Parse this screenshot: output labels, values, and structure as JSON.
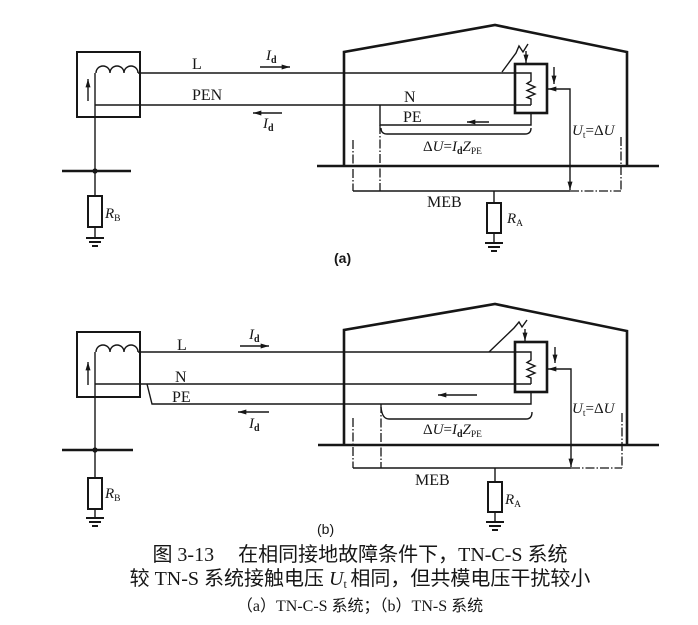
{
  "colors": {
    "ink": "#161616",
    "paper": "#ffffff"
  },
  "panel_a": {
    "label": "(a)",
    "conductors": {
      "L": "L",
      "PEN": "PEN",
      "N": "N",
      "PE": "PE"
    },
    "fault_current": {
      "symbol": "I",
      "subscript": "d"
    },
    "voltage_drop": {
      "delta": "Δ",
      "voltage_symbol": "U",
      "equals": "=",
      "current_symbol": "I",
      "current_subscript": "d",
      "impedance_symbol": "Z",
      "impedance_subscript": "PE"
    },
    "touch_voltage": {
      "symbol": "U",
      "subscript": "t",
      "equals": "=",
      "delta": "Δ",
      "rhs_symbol": "U"
    },
    "bonding_bar": "MEB",
    "source_earth_resistor": {
      "symbol": "R",
      "subscript": "B"
    },
    "installation_earth_resistor": {
      "symbol": "R",
      "subscript": "A"
    }
  },
  "panel_b": {
    "label": "(b)",
    "conductors": {
      "L": "L",
      "N": "N",
      "PE": "PE"
    },
    "fault_current": {
      "symbol": "I",
      "subscript": "d"
    },
    "voltage_drop": {
      "delta": "Δ",
      "voltage_symbol": "U",
      "equals": "=",
      "current_symbol": "I",
      "current_subscript": "d",
      "impedance_symbol": "Z",
      "impedance_subscript": "PE"
    },
    "touch_voltage": {
      "symbol": "U",
      "subscript": "t",
      "equals": "=",
      "delta": "Δ",
      "rhs_symbol": "U"
    },
    "bonding_bar": "MEB",
    "source_earth_resistor": {
      "symbol": "R",
      "subscript": "B"
    },
    "installation_earth_resistor": {
      "symbol": "R",
      "subscript": "A"
    }
  },
  "caption": {
    "figure_number": "图 3-13",
    "title_line1": "在相同接地故障条件下，TN-C-S 系统",
    "title_line2_before": "较 TN-S 系统接触电压",
    "title_line2_symbol": "U",
    "title_line2_subscript": "t",
    "title_line2_after": "相同，但共模电压干扰较小",
    "subcaption": "（a）TN-C-S 系统；（b）TN-S 系统"
  }
}
